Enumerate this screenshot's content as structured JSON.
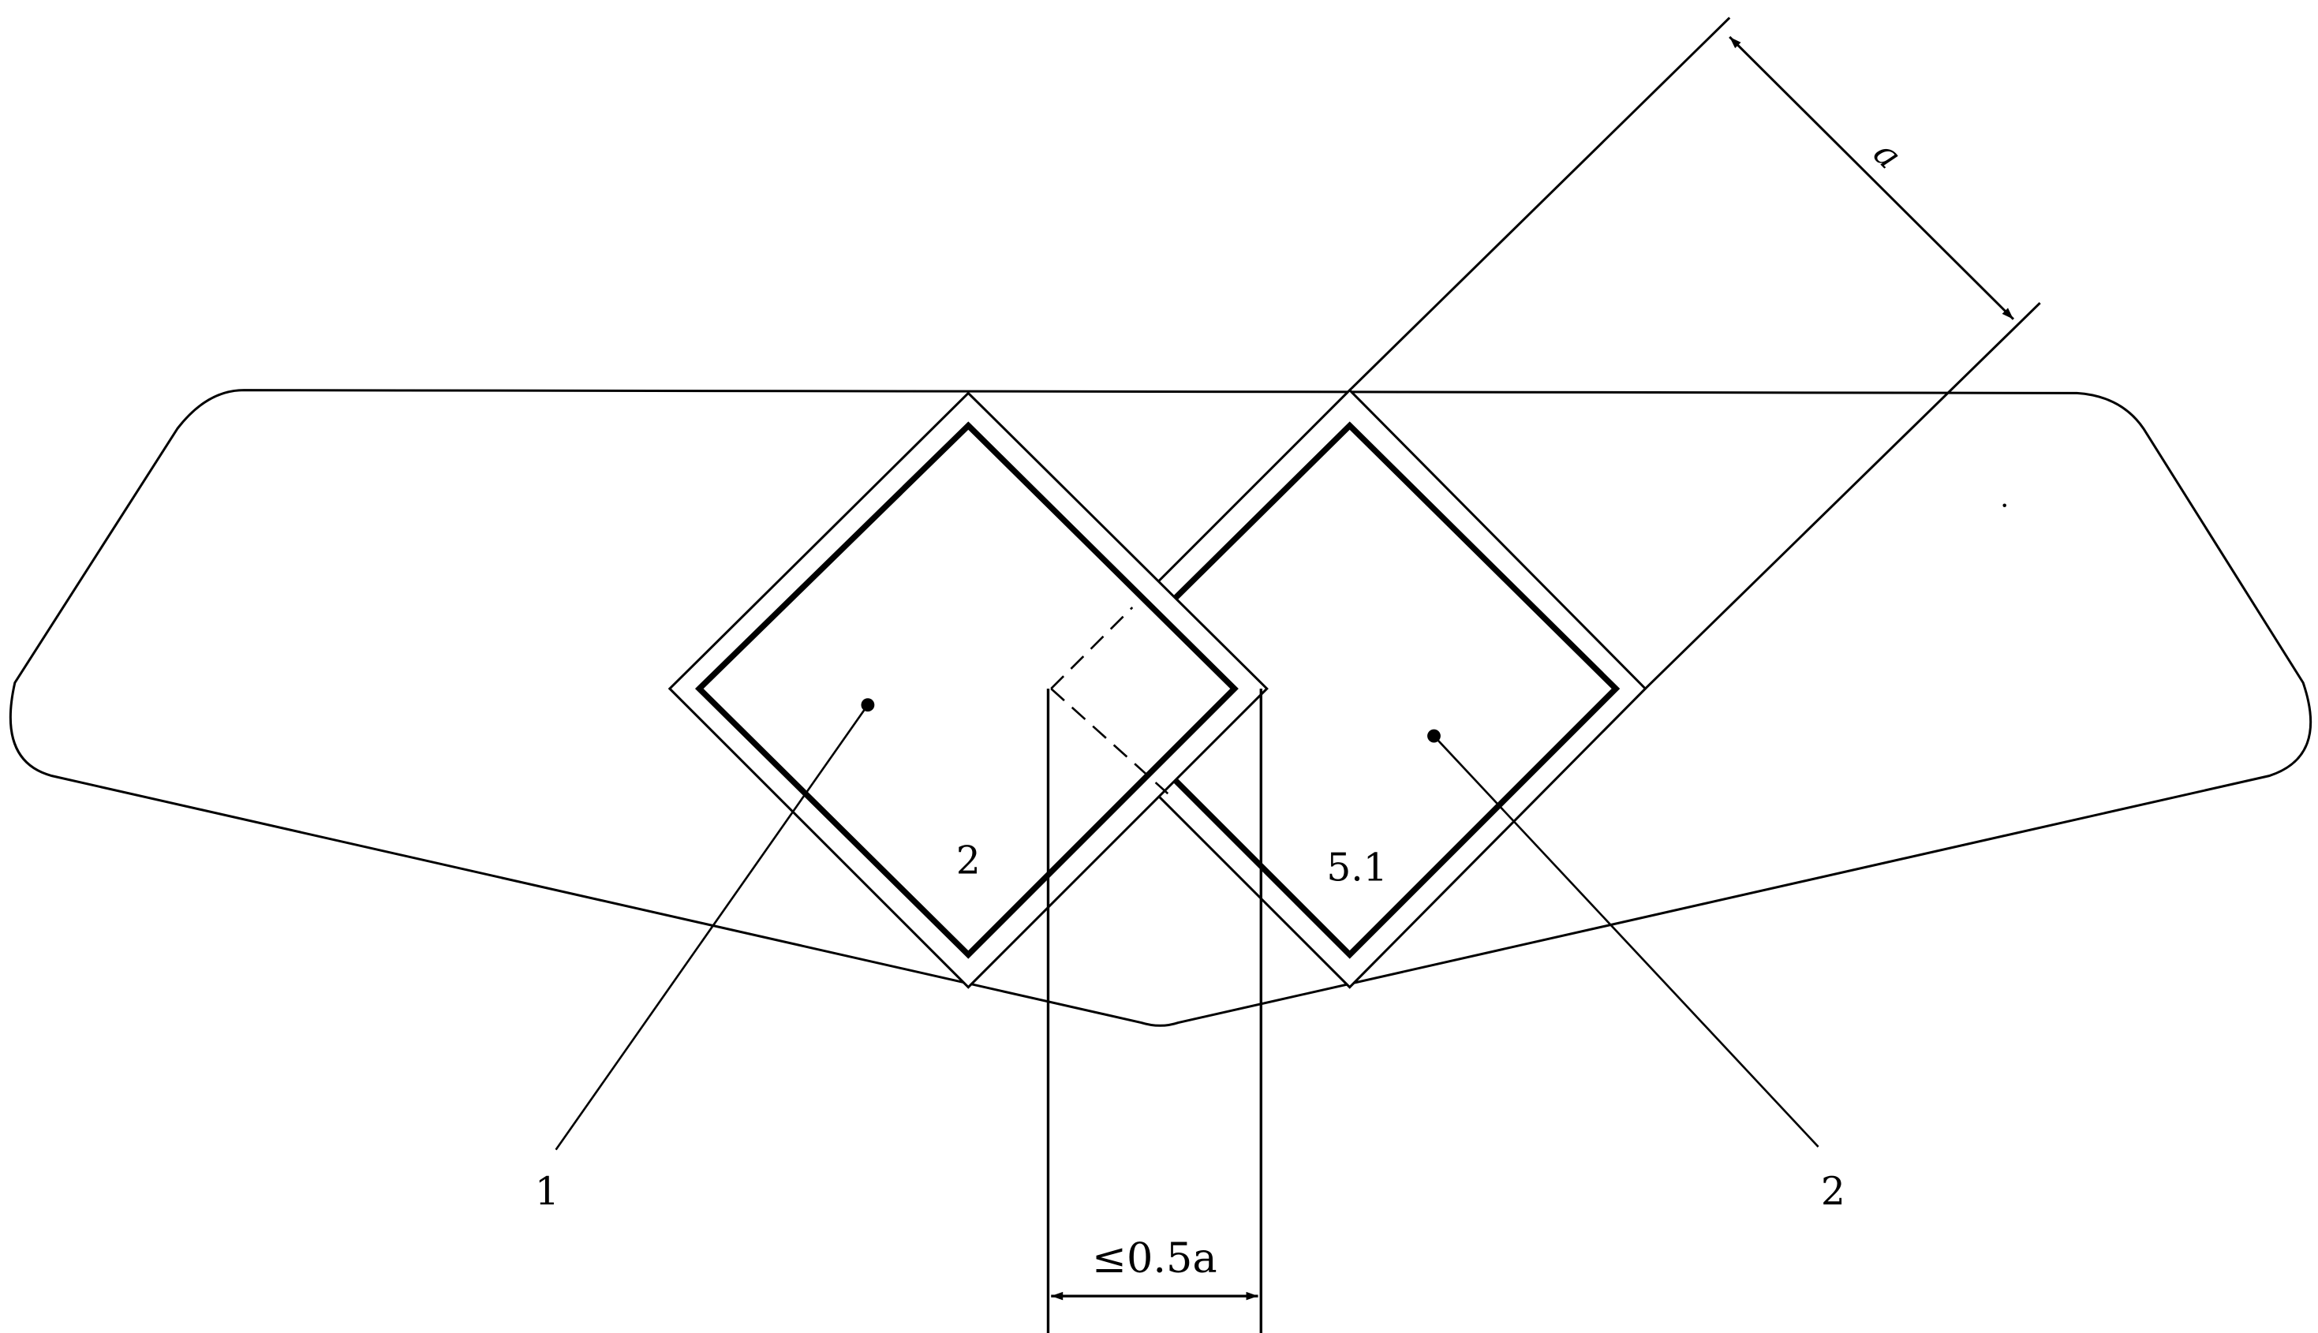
{
  "labels": {
    "dimension_a": "a",
    "dimension_spacing": "≤0.5a",
    "callout_1": "1",
    "callout_2": "2",
    "panel_left_number": "2",
    "panel_right_number": "5.1"
  },
  "colors": {
    "line": "#000000",
    "background": "#ffffff"
  }
}
